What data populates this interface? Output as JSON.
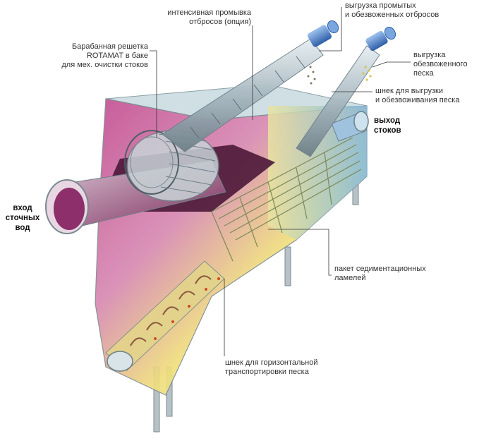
{
  "labels": {
    "drum_screen": [
      "Барабанная решетка",
      "ROTAMAT в баке",
      "для мех. очистки стоков"
    ],
    "intensive_wash": [
      "интенсивная промывка",
      "отбросов (опция)"
    ],
    "washed_screenings": [
      "выгрузка промытых",
      "и обезвоженных отбросов"
    ],
    "dewatered_sand": [
      "выгрузка",
      "обезвоженного",
      "песка"
    ],
    "sand_screw": [
      "шнек для выгрузки",
      "и обезвоживания песка"
    ],
    "outlet": [
      "выход",
      "стоков"
    ],
    "inlet": [
      "вход",
      "сточных",
      "вод"
    ],
    "lamella_pack": [
      "пакет седиментационных",
      "ламелей"
    ],
    "horizontal_screw": [
      "шнек для горизонтальной",
      "транспортировки песка"
    ]
  },
  "colors": {
    "tank_top": "#c9dbe0",
    "water_dark": "#4a1a3a",
    "tank_magenta": "#c65a9a",
    "tank_yellow": "#f1e48a",
    "tank_blue": "#8fc3e6",
    "pipe": "#8fa3ad",
    "motor_blue": "#3f74c4",
    "leader": "#333333"
  }
}
